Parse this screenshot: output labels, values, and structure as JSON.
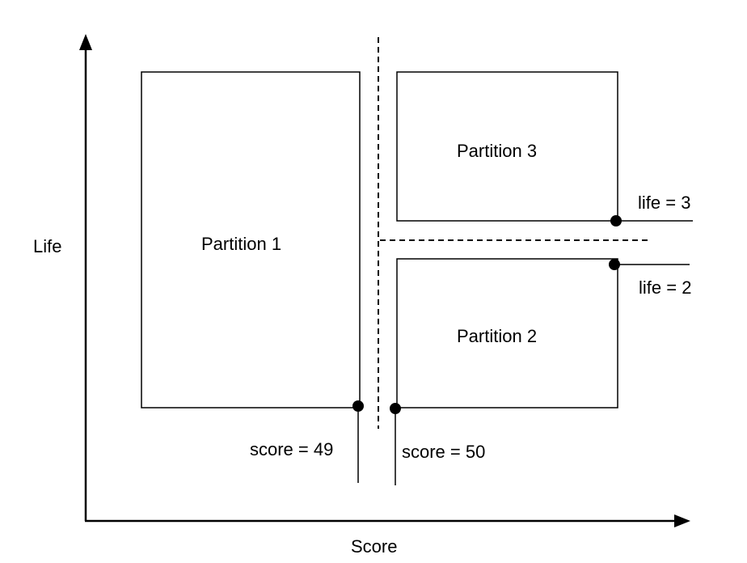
{
  "axes": {
    "x_label": "Score",
    "y_label": "Life"
  },
  "partitions": [
    {
      "label": "Partition 1"
    },
    {
      "label": "Partition 2"
    },
    {
      "label": "Partition 3"
    }
  ],
  "thresholds": {
    "score_left": "score = 49",
    "score_right": "score = 50",
    "life_upper": "life = 3",
    "life_lower": "life = 2"
  },
  "colors": {
    "stroke": "#000000",
    "background": "#ffffff"
  }
}
